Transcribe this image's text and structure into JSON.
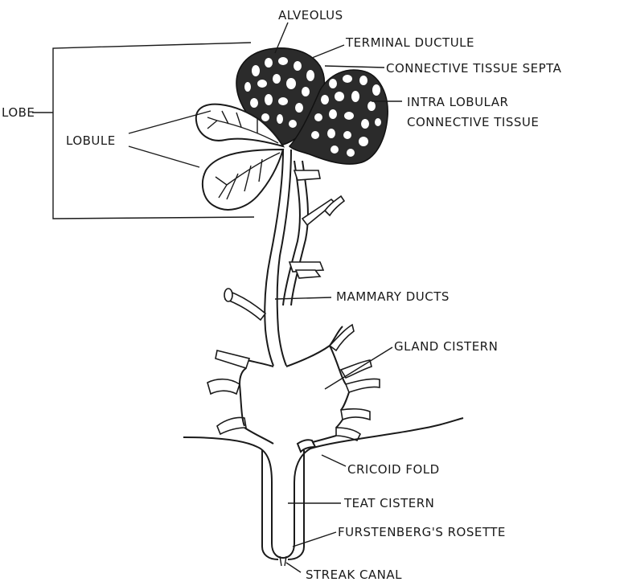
{
  "labels": {
    "alveolus": "ALVEOLUS",
    "terminal_ductule": "TERMINAL DUCTULE",
    "connective_tissue_septa": "CONNECTIVE TISSUE SEPTA",
    "intra_lobular_1": "INTRA LOBULAR",
    "intra_lobular_2": "CONNECTIVE TISSUE",
    "lobe": "LOBE",
    "lobule": "LOBULE",
    "mammary_ducts": "MAMMARY DUCTS",
    "gland_cistern": "GLAND CISTERN",
    "cricoid_fold": "CRICOID FOLD",
    "teat_cistern": "TEAT CISTERN",
    "furstenbergs_rosette": "FURSTENBERG'S ROSETTE",
    "streak_canal": "STREAK CANAL"
  }
}
